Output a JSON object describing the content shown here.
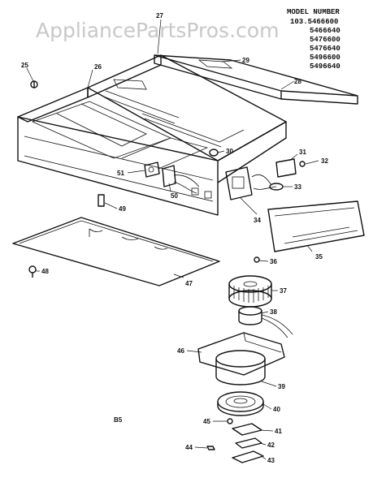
{
  "watermark": "AppliancePartsPros.com",
  "model_block": {
    "heading": "MODEL NUMBER",
    "numbers": [
      "103.5466600",
      "5466640",
      "5476600",
      "5476640",
      "5496600",
      "5496640"
    ]
  },
  "figure_code": "B5",
  "callouts": [
    "25",
    "26",
    "27",
    "28",
    "29",
    "30",
    "31",
    "32",
    "33",
    "34",
    "35",
    "36",
    "37",
    "38",
    "39",
    "40",
    "41",
    "42",
    "43",
    "44",
    "45",
    "46",
    "47",
    "48",
    "49",
    "50",
    "51"
  ],
  "colors": {
    "ink": "#111111",
    "watermark": "#c8c8c8",
    "paper": "#ffffff"
  }
}
